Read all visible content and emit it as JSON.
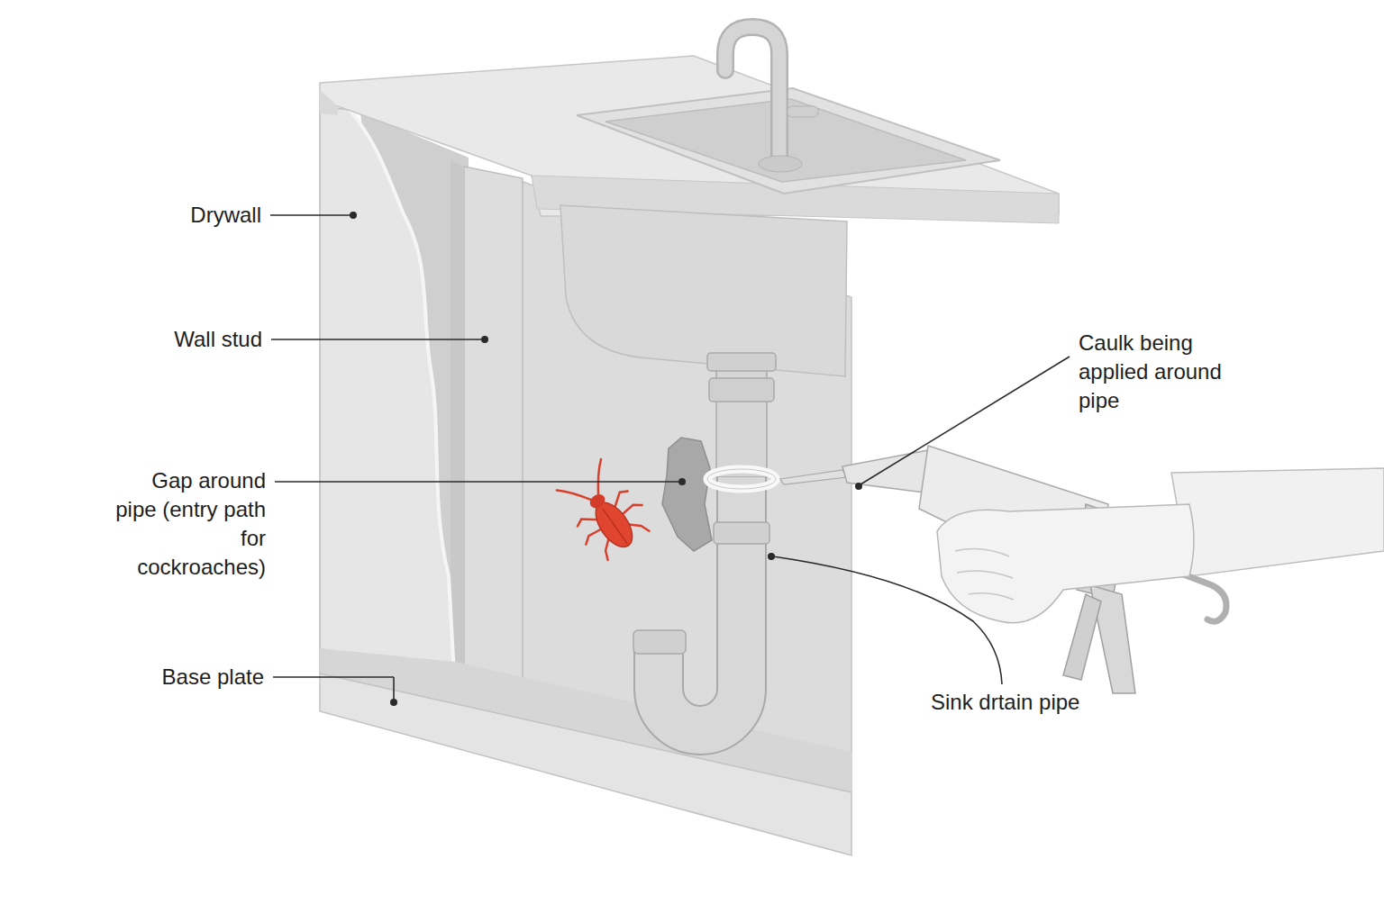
{
  "diagram": {
    "labels": [
      "Drywall",
      "Wall stud",
      "Gap around pipe (entry path for cockroaches)",
      "Base plate",
      "Caulk being applied around pipe",
      "Sink drtain pipe"
    ]
  }
}
